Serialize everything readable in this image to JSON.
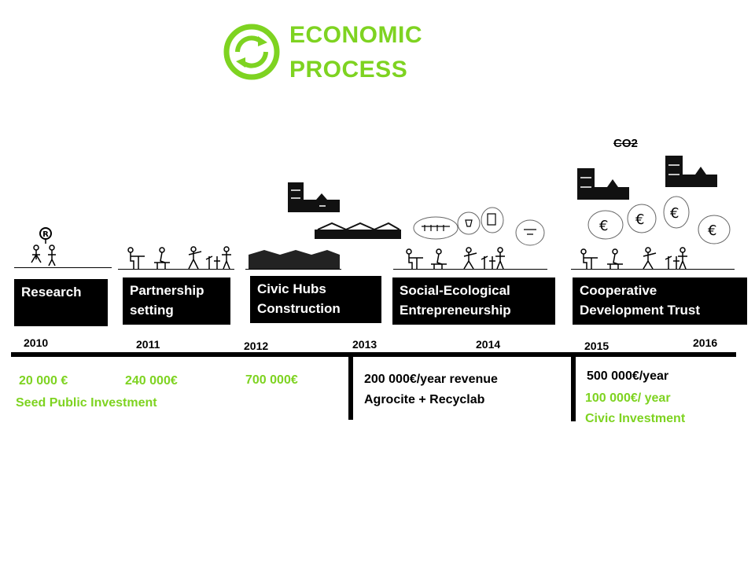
{
  "title": {
    "line1": "ECONOMIC",
    "line2": "PROCESS"
  },
  "accent_color": "#7ed321",
  "logo_icon": "recycle-cycle-icon",
  "phases": [
    {
      "line1": "Research",
      "line2": ""
    },
    {
      "line1": "Partnership",
      "line2": "setting"
    },
    {
      "line1": "Civic Hubs",
      "line2": "Construction"
    },
    {
      "line1": "Social-Ecological",
      "line2": "Entrepreneurship"
    },
    {
      "line1": "Cooperative",
      "line2": "Development Trust"
    }
  ],
  "years": [
    "2010",
    "2011",
    "2012",
    "2013",
    "2014",
    "2015",
    "2016"
  ],
  "investments": {
    "amount_2010": "20 000 €",
    "amount_2011": "240 000€",
    "seed_label": "Seed Public Investment",
    "amount_2012": "700 000€",
    "revenue_2013": "200 000€/year revenue",
    "revenue_2013_sources": "Agrocite + Recyclab",
    "revenue_2015": "500 000€/year",
    "civic_2015_amount": "100 000€/ year",
    "civic_2015_label": "Civic Investment"
  },
  "annotation_co2": "CO2",
  "euro_symbol": "€"
}
